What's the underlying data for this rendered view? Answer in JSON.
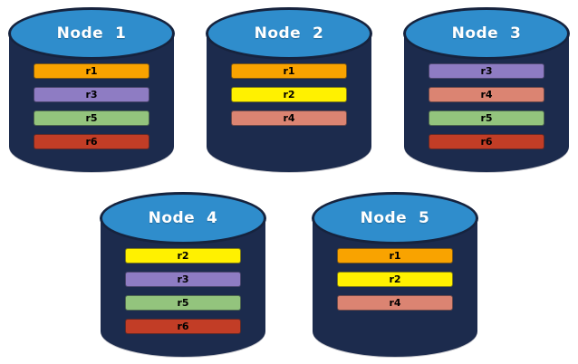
{
  "cylinder": {
    "top_color": "#2F8DCC",
    "body_color": "#1C2B4D",
    "outline_color": "#16233E"
  },
  "replica_colors": {
    "r1": "#F9A300",
    "r2": "#FFF100",
    "r3": "#8E7CC3",
    "r4": "#DB8472",
    "r5": "#93C47D",
    "r6": "#C23D26"
  },
  "nodes": [
    {
      "label": "Node  1",
      "replicas": [
        "r1",
        "r3",
        "r5",
        "r6"
      ]
    },
    {
      "label": "Node  2",
      "replicas": [
        "r1",
        "r2",
        "r4"
      ]
    },
    {
      "label": "Node  3",
      "replicas": [
        "r3",
        "r4",
        "r5",
        "r6"
      ]
    },
    {
      "label": "Node  4",
      "replicas": [
        "r2",
        "r3",
        "r5",
        "r6"
      ]
    },
    {
      "label": "Node  5",
      "replicas": [
        "r1",
        "r2",
        "r4"
      ]
    }
  ]
}
